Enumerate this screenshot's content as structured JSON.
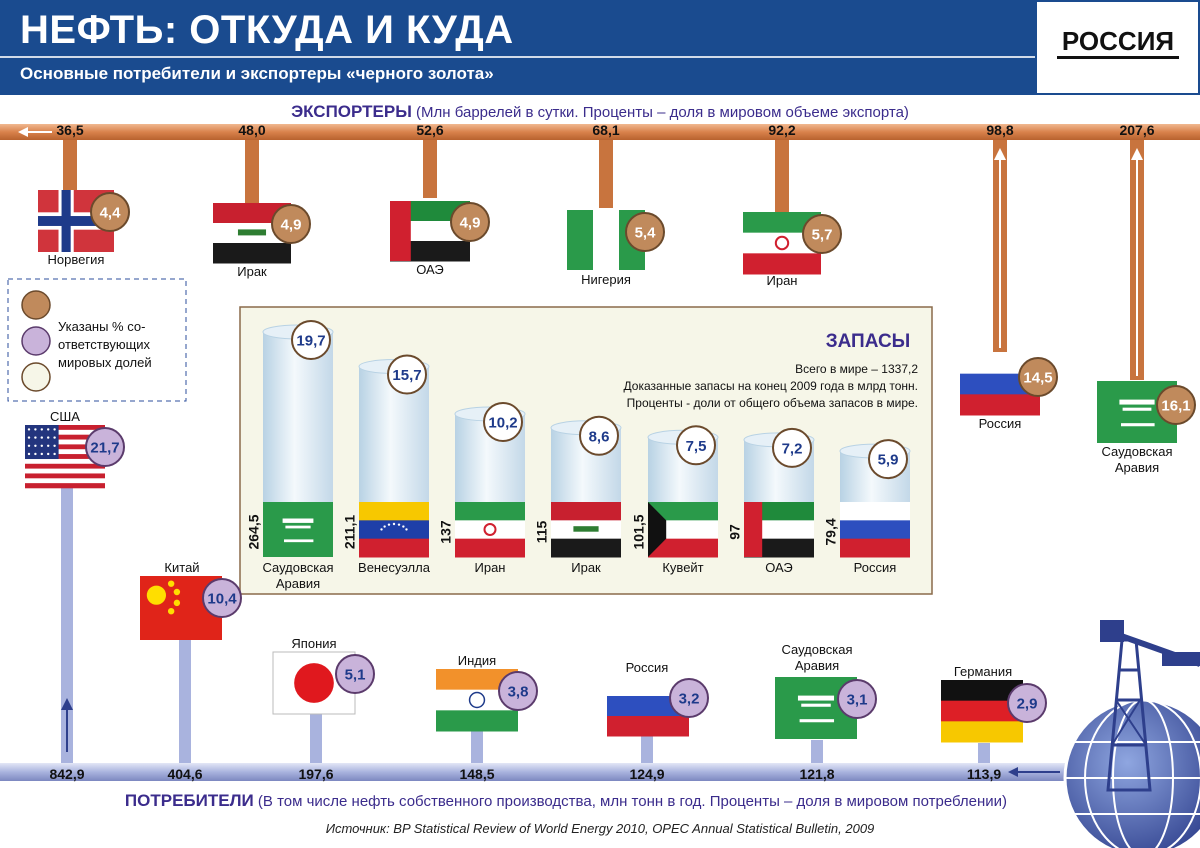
{
  "header": {
    "title": "НЕФТЬ: ОТКУДА И КУДА",
    "subtitle": "Основные потребители и экспортеры «черного золота»",
    "logo_text": "РОССИЯ"
  },
  "legend": {
    "text": "Указаны % со- ответствующих мировых долей"
  },
  "exporters": {
    "title": "ЭКСПОРТЕРЫ",
    "note": "(Млн баррелей в сутки. Проценты – доля в мировом объеме экспорта)",
    "items": [
      {
        "country": "Норвегия",
        "value": "36,5",
        "share": "4,4",
        "flag": "norway"
      },
      {
        "country": "Ирак",
        "value": "48,0",
        "share": "4,9",
        "flag": "iraq"
      },
      {
        "country": "ОАЭ",
        "value": "52,6",
        "share": "4,9",
        "flag": "uae"
      },
      {
        "country": "Нигерия",
        "value": "68,1",
        "share": "5,4",
        "flag": "nigeria"
      },
      {
        "country": "Иран",
        "value": "92,2",
        "share": "5,7",
        "flag": "iran"
      },
      {
        "country": "Россия",
        "value": "98,8",
        "share": "14,5",
        "flag": "russia"
      },
      {
        "country": "Саудовская Аравия",
        "value": "207,6",
        "share": "16,1",
        "flag": "saudi"
      }
    ]
  },
  "reserves": {
    "title": "ЗАПАСЫ",
    "lines": [
      "Всего в мире – 1337,2",
      "Доказанные запасы на конец 2009 года в млрд тонн.",
      "Проценты - доли от общего объема запасов в мире."
    ]
  },
  "consumers": {
    "title": "ПОТРЕБИТЕЛИ",
    "note": "(В том числе нефть собственного производства, млн тонн в год. Проценты – доля в мировом потреблении)",
    "items": [
      {
        "country": "США",
        "value": "842,9",
        "share": "21,7",
        "flag": "usa"
      },
      {
        "country": "Китай",
        "value": "404,6",
        "share": "10,4",
        "flag": "china"
      },
      {
        "country": "Япония",
        "value": "197,6",
        "share": "5,1",
        "flag": "japan"
      },
      {
        "country": "Индия",
        "value": "148,5",
        "share": "3,8",
        "flag": "india"
      },
      {
        "country": "Россия",
        "value": "124,9",
        "share": "3,2",
        "flag": "russia"
      },
      {
        "country": "Саудовская Аравия",
        "value": "121,8",
        "share": "3,1",
        "flag": "saudi"
      },
      {
        "country": "Германия",
        "value": "113,9",
        "share": "2,9",
        "flag": "germany"
      }
    ]
  },
  "source": "Источник: BP Statistical Review of World Energy 2010, OPEC Annual Statistical Bulletin, 2009",
  "colors": {
    "header_blue": "#1a4b8f",
    "exporter_bar": "#d9824c",
    "consumer_bar": "#a9b3de",
    "title_purple": "#3b2c8c",
    "share_exporter": "#c08a5c",
    "share_consumer": "#c9b3da"
  },
  "chart_data": {
    "type": "bar",
    "title": "ЗАПАСЫ",
    "categories": [
      "Саудовская Аравия",
      "Венесуэлла",
      "Иран",
      "Ирак",
      "Кувейт",
      "ОАЭ",
      "Россия"
    ],
    "series": [
      {
        "values": [
          264.5,
          211.1,
          137,
          115,
          101.5,
          97,
          79.4
        ]
      },
      {
        "values": [
          19.7,
          15.7,
          10.2,
          8.6,
          7.5,
          7.2,
          5.9
        ]
      }
    ],
    "value_labels": [
      "264,5",
      "211,1",
      "137",
      "115",
      "101,5",
      "97",
      "79,4"
    ],
    "share_labels": [
      "19,7",
      "15,7",
      "10,2",
      "8,6",
      "7,5",
      "7,2",
      "5,9"
    ],
    "flags": [
      "saudi",
      "venezuela",
      "iran",
      "iraq",
      "kuwait",
      "uae",
      "russia"
    ],
    "ylim": [
      0,
      19.7
    ]
  }
}
